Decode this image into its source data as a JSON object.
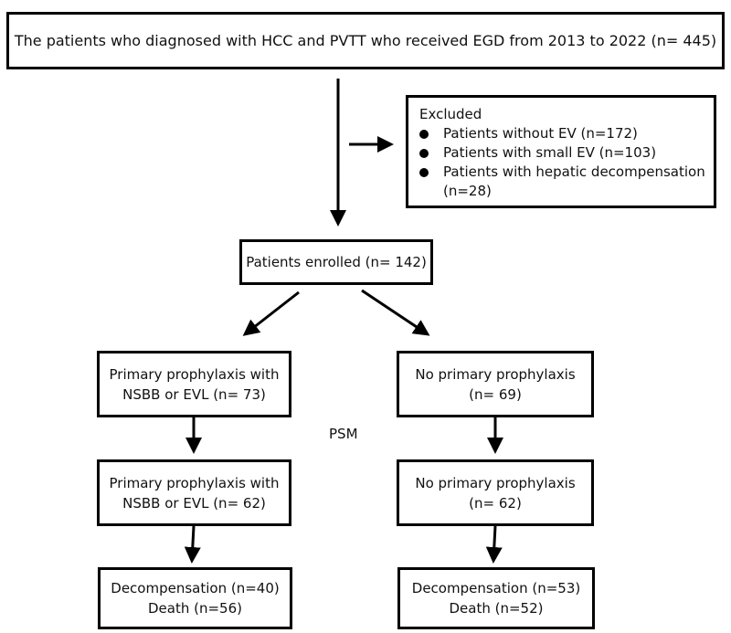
{
  "top_box": {
    "text": "The patients who diagnosed with HCC and PVTT who received EGD from 2013 to 2022 (n= 445)"
  },
  "excluded": {
    "title": "Excluded",
    "items": [
      {
        "text": "Patients without EV (n=172)"
      },
      {
        "text": "Patients with small EV (n=103)"
      },
      {
        "text": "Patients with hepatic decompensation (n=28)"
      }
    ]
  },
  "enrolled": {
    "text": "Patients enrolled (n= 142)"
  },
  "left": {
    "box1": {
      "line1": "Primary prophylaxis with",
      "line2": "NSBB or EVL (n= 73)"
    },
    "box2": {
      "line1": "Primary prophylaxis with",
      "line2": "NSBB or EVL (n= 62)"
    },
    "box3": {
      "line1": "Decompensation (n=40)",
      "line2": "Death (n=56)"
    }
  },
  "right": {
    "box1": {
      "line1": "No primary prophylaxis",
      "line2": "(n= 69)"
    },
    "box2": {
      "line1": "No primary prophylaxis",
      "line2": "(n= 62)"
    },
    "box3": {
      "line1": "Decompensation (n=53)",
      "line2": "Death (n=52)"
    }
  },
  "psm_label": "PSM"
}
